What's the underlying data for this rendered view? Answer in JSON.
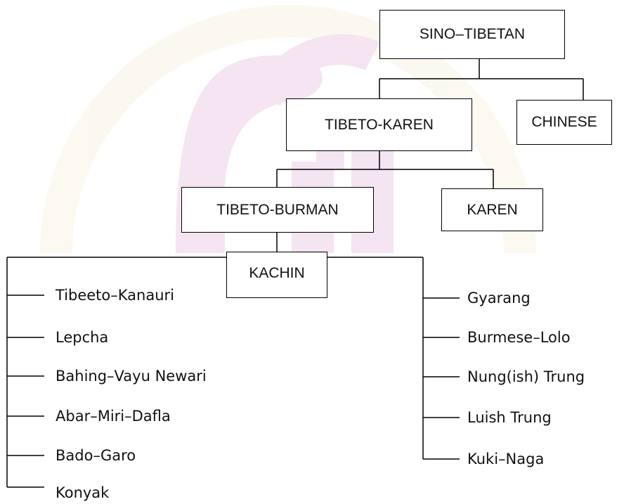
{
  "root": "SINO–TIBETAN",
  "level1": [
    "TIBETO-KAREN",
    "CHINESE"
  ],
  "level2": [
    "TIBETO-BURMAN",
    "KAREN"
  ],
  "level3": "KACHIN",
  "left_branches": [
    "Tibeeto–Kanauri",
    "Lepcha",
    "Bahing–Vayu Newari",
    "Abar–Miri–Dafla",
    "Bado–Garo",
    "Konyak"
  ],
  "right_branches": [
    "Gyarang",
    "Burmese–Lolo",
    "Nung(ish) Trung",
    "Luish Trung",
    "Kuki–Naga"
  ],
  "colors": {
    "line": "#000000",
    "watermark": "#b5359a",
    "watermark_ring": "#e3cf8e"
  }
}
